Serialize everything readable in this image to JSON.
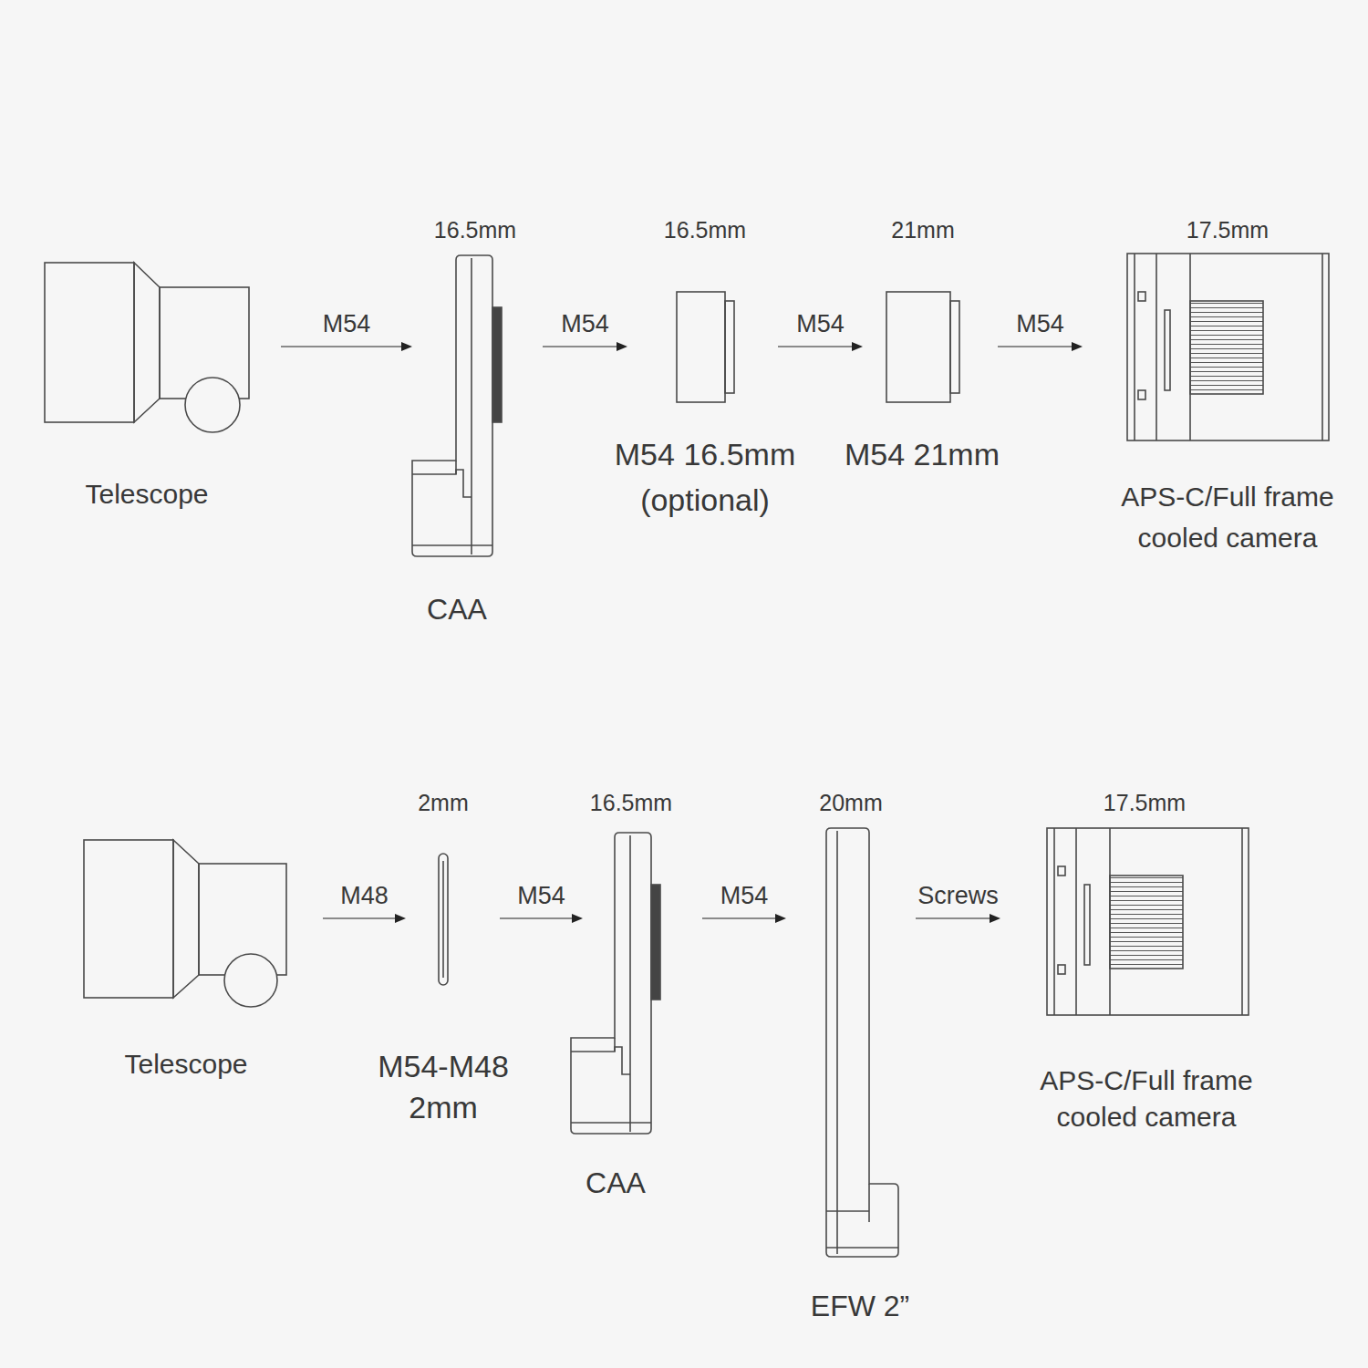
{
  "diagram": {
    "nodes": [
      {
        "text": [
          "Telescope"
        ]
      },
      {
        "text": [
          "16.5mm",
          "CAA"
        ]
      },
      {
        "text": [
          "16.5mm",
          "M54 16.5mm (optional)"
        ]
      },
      {
        "text": [
          "21mm",
          "M54 21mm"
        ]
      },
      {
        "text": [
          "17.5mm",
          "APS-C/Full frame cooled camera"
        ]
      },
      {
        "text": [
          "Telescope"
        ]
      },
      {
        "text": [
          "2mm",
          "M54-M48 2mm"
        ]
      },
      {
        "text": [
          "16.5mm",
          "CAA"
        ]
      },
      {
        "text": [
          "20mm",
          "EFW 2”"
        ]
      },
      {
        "text": [
          "17.5mm",
          "APS-C/Full frame cooled camera"
        ]
      }
    ],
    "edges": [
      {
        "from": 0,
        "to": 1,
        "label": "M54",
        "arrow": "to"
      },
      {
        "from": 1,
        "to": 2,
        "label": "M54",
        "arrow": "to"
      },
      {
        "from": 2,
        "to": 3,
        "label": "M54",
        "arrow": "to"
      },
      {
        "from": 3,
        "to": 4,
        "label": "M54",
        "arrow": "to"
      },
      {
        "from": 5,
        "to": 6,
        "label": "M48",
        "arrow": "to"
      },
      {
        "from": 6,
        "to": 7,
        "label": "M54",
        "arrow": "to"
      },
      {
        "from": 7,
        "to": 8,
        "label": "M54",
        "arrow": "to"
      },
      {
        "from": 8,
        "to": 9,
        "label": "Screws",
        "arrow": "to"
      }
    ]
  }
}
